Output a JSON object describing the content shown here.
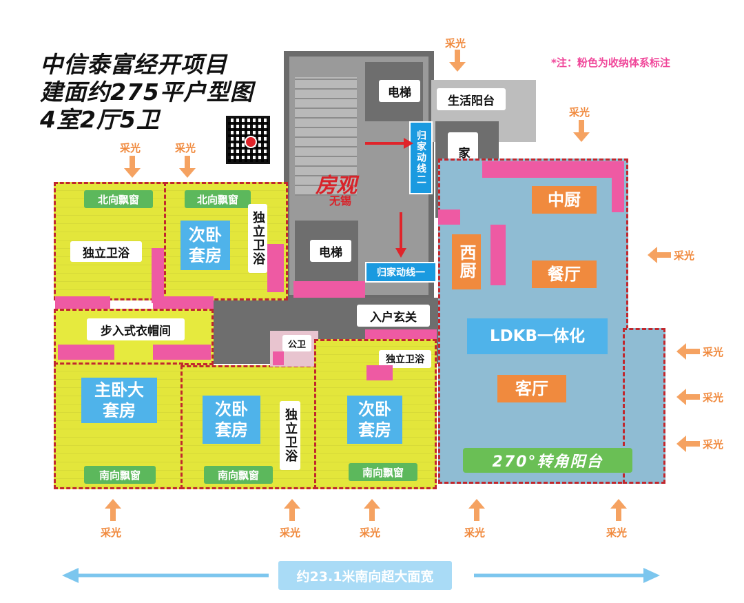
{
  "title_lines": [
    "中信泰富经开项目",
    "建面约275平户型图",
    "4室2厅5卫"
  ],
  "note": "*注：粉色为收纳体系标注",
  "daylight": "采光",
  "watermark": {
    "main": "房观",
    "sub": "无锡"
  },
  "rooms": {
    "elevator_top": "电梯",
    "elevator_mid": "电梯",
    "service_balcony": "生活阳台",
    "housekeeping": "家政间",
    "route_two": "归家动线二",
    "route_one": "归家动线一",
    "middle_kitchen": "中厨",
    "western_kitchen": "西厨",
    "dining": "餐厅",
    "ldkb": "LDKB一体化",
    "living": "客厅",
    "corner_balcony": "270°转角阳台",
    "entry": "入户玄关",
    "public_bath": "公卫",
    "ensuite_bath_c": "独立卫浴",
    "bedroom_c": "次卧套房",
    "window_s3": "南向飘窗",
    "bedroom_b": "次卧套房",
    "ensuite_bath_b": "独立卫浴",
    "window_s2": "南向飘窗",
    "master": "主卧大套房",
    "window_s1": "南向飘窗",
    "walkin": "步入式衣帽间",
    "bath_master": "独立卫浴",
    "window_n1": "北向飘窗",
    "bedroom_n": "次卧套房",
    "ensuite_bath_n": "独立卫浴",
    "window_n2": "北向飘窗"
  },
  "frontage": "约23.1米南向超大面宽",
  "colors": {
    "bedroom_zone": "#e6ea3e",
    "living_zone": "#8fbcd3",
    "storage": "#ee5aa3",
    "daylight_arrow": "#f5a261",
    "route_arrow": "#e0242a",
    "frontage_arrow": "#7cc6ee"
  }
}
